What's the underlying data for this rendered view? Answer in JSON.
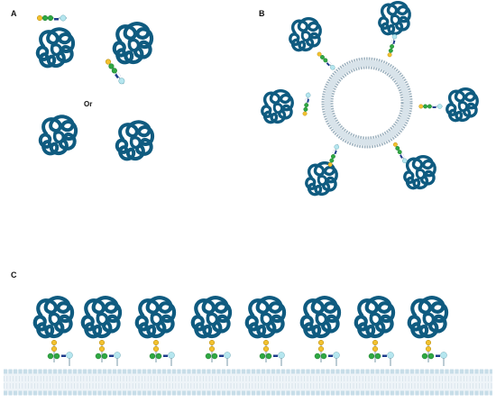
{
  "panels": {
    "a": {
      "label": "A",
      "or_text": "Or"
    },
    "b": {
      "label": "B"
    },
    "c": {
      "label": "C"
    }
  },
  "colors": {
    "protein": "#0f5b80",
    "glycan_yellow": "#f3c12e",
    "glycan_green": "#2fa843",
    "glycan_cyan": "#b5e6ef",
    "glycan_blue": "#1f3c8c",
    "membrane_head": "#c7dde8",
    "membrane_head_stroke": "#9ab8c8",
    "membrane_tail": "#b9cbd6",
    "liposome_head": "#9fb3c0",
    "liposome_fill": "#e6eef3"
  },
  "icons": {
    "protein": "protein-coil-icon",
    "glycan": "glycan-chain-icon",
    "anchor": "gpi-anchor-icon",
    "membrane": "lipid-bilayer-icon",
    "liposome": "liposome-icon"
  }
}
